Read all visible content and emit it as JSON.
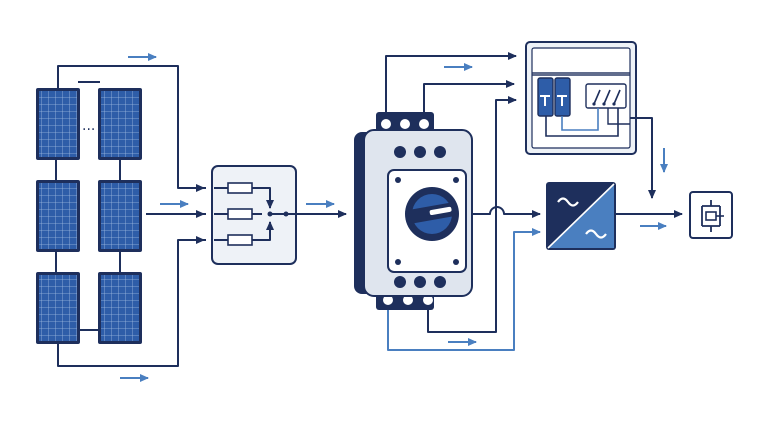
{
  "diagram": {
    "labels": {
      "pv_ellipsis": "..."
    },
    "components": [
      "solar-pv-array",
      "combiner-box",
      "dc-isolator-switch",
      "protection-panel",
      "inverter",
      "grid-meter"
    ],
    "colors": {
      "navy": "#1e2f5c",
      "blue": "#2e5da8",
      "light_blue": "#4a7fc0",
      "panel_fill": "#eef2f7",
      "background": "#ffffff"
    },
    "icons": {
      "inverter": "ac-dc-conversion-icon",
      "meter": "grid-connection-icon",
      "isolator": "rotary-switch-icon"
    }
  }
}
